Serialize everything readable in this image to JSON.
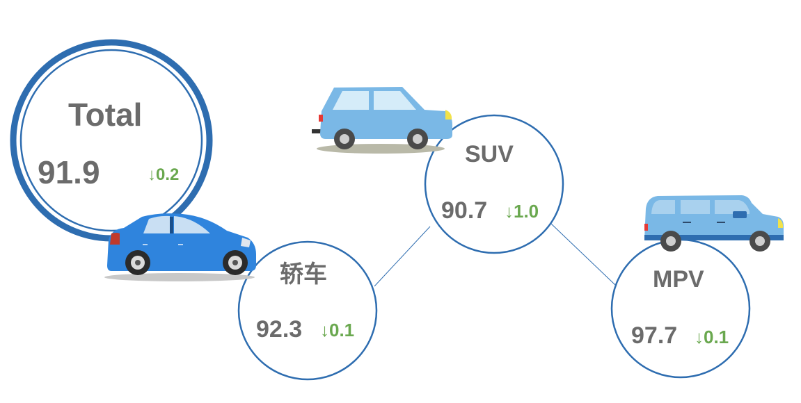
{
  "colors": {
    "ring": "#2e6db0",
    "text": "#6b6b6b",
    "change": "#6aa84f",
    "sedan_body": "#2f84dd",
    "suv_body": "#7ab8e6",
    "mpv_body": "#7ab8e6"
  },
  "nodes": {
    "total": {
      "label": "Total",
      "value": "91.9",
      "change": "↓0.2"
    },
    "sedan": {
      "label": "轿车",
      "value": "92.3",
      "change": "↓0.1"
    },
    "suv": {
      "label": "SUV",
      "value": "90.7",
      "change": "↓1.0"
    },
    "mpv": {
      "label": "MPV",
      "value": "97.7",
      "change": "↓0.1"
    }
  },
  "icons": [
    "sedan-car-icon",
    "suv-car-icon",
    "mpv-van-icon"
  ]
}
